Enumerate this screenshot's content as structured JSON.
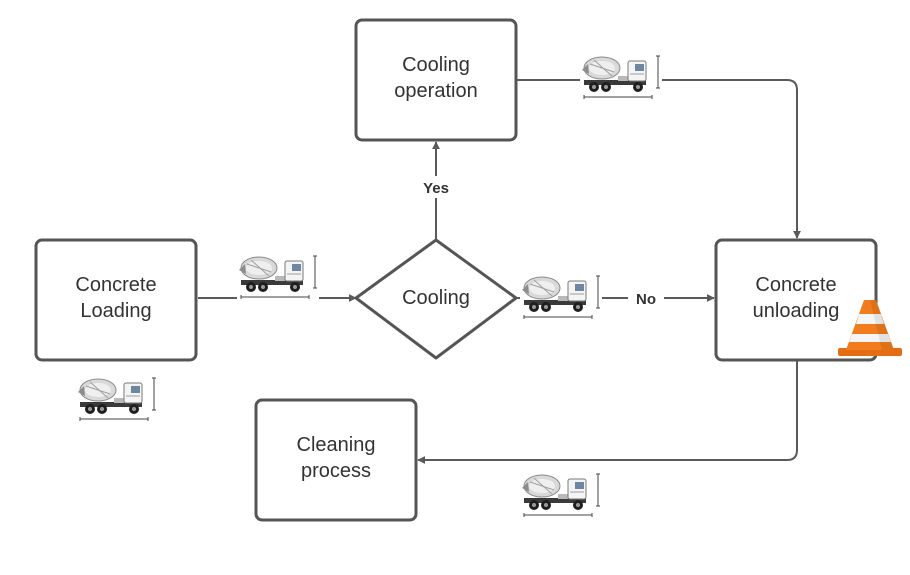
{
  "nodes": {
    "loading": {
      "line1": "Concrete",
      "line2": "Loading"
    },
    "cooling": {
      "label": "Cooling"
    },
    "operation": {
      "line1": "Cooling",
      "line2": "operation"
    },
    "unloading": {
      "line1": "Concrete",
      "line2": "unloading"
    },
    "cleaning": {
      "line1": "Cleaning",
      "line2": "process"
    }
  },
  "edges": {
    "yes_label": "Yes",
    "no_label": "No"
  },
  "icons": {
    "vehicle": "concrete-mixer-truck-icon",
    "marker": "traffic-cone-icon"
  },
  "colors": {
    "stroke": "#555555",
    "text": "#333333",
    "cone_orange": "#f07c1e"
  }
}
